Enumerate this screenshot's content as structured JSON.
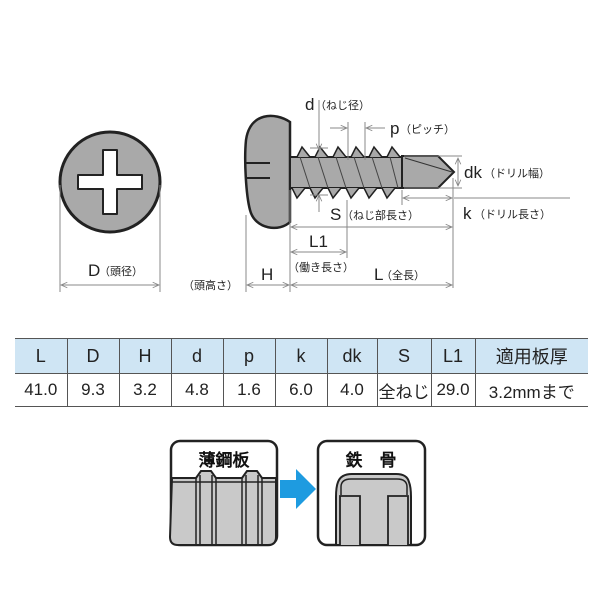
{
  "diagram": {
    "head_diameter_label": "D",
    "head_diameter_note": "（頭径）",
    "thread_diameter_label": "d",
    "thread_diameter_note": "（ねじ径）",
    "pitch_label": "p",
    "pitch_note": "（ピッチ）",
    "drill_width_label": "dk",
    "drill_width_note": "（ドリル幅）",
    "drill_length_label": "k",
    "drill_length_note": "（ドリル長さ）",
    "thread_length_label": "S",
    "thread_length_note": "（ねじ部長さ）",
    "working_length_label": "L1",
    "working_length_note": "（働き長さ）",
    "head_height_label": "H",
    "head_height_note": "（頭高さ）",
    "total_length_label": "L",
    "total_length_note": "（全長）"
  },
  "spec_table": {
    "headers": [
      "L",
      "D",
      "H",
      "d",
      "p",
      "k",
      "dk",
      "S",
      "L1",
      "適用板厚"
    ],
    "values": [
      "41.0",
      "9.3",
      "3.2",
      "4.8",
      "1.6",
      "6.0",
      "4.0",
      "全ねじ",
      "29.0",
      "3.2mmまで"
    ]
  },
  "application": {
    "from_label": "薄鋼板",
    "to_label": "鉄　骨",
    "arrow_color": "#1e9be0"
  },
  "colors": {
    "header_bg": "#cfe5f4",
    "metal": "#a9a9a9"
  }
}
